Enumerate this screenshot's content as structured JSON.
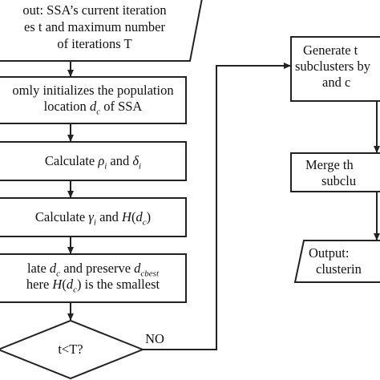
{
  "colors": {
    "stroke": "#222222",
    "fill": "#ffffff",
    "text": "#111111"
  },
  "left_column": {
    "input": {
      "lines": [
        "out: SSA’s current iteration",
        "es t and maximum number",
        "of iterations T"
      ]
    },
    "init": {
      "line1": "omly initializes the population",
      "line2_prefix": "location ",
      "line2_suffix": " of SSA"
    },
    "calc_rho": {
      "prefix": "Calculate ",
      "mid": " and "
    },
    "calc_gamma": {
      "prefix": "Calculate ",
      "mid": " and "
    },
    "update": {
      "line1_prefix": "late ",
      "line1_mid": " and preserve ",
      "line2_prefix": "here ",
      "line2_suffix": " is the smallest"
    },
    "decision": {
      "condition": "t<T?",
      "no_label": "NO"
    }
  },
  "right_column": {
    "generate": {
      "lines": [
        "Generate t",
        "subclusters by",
        "and  c"
      ]
    },
    "merge": {
      "lines": [
        "Merge th",
        "subclu"
      ]
    },
    "output": {
      "lines": [
        "Output:",
        "clusterin"
      ]
    }
  }
}
